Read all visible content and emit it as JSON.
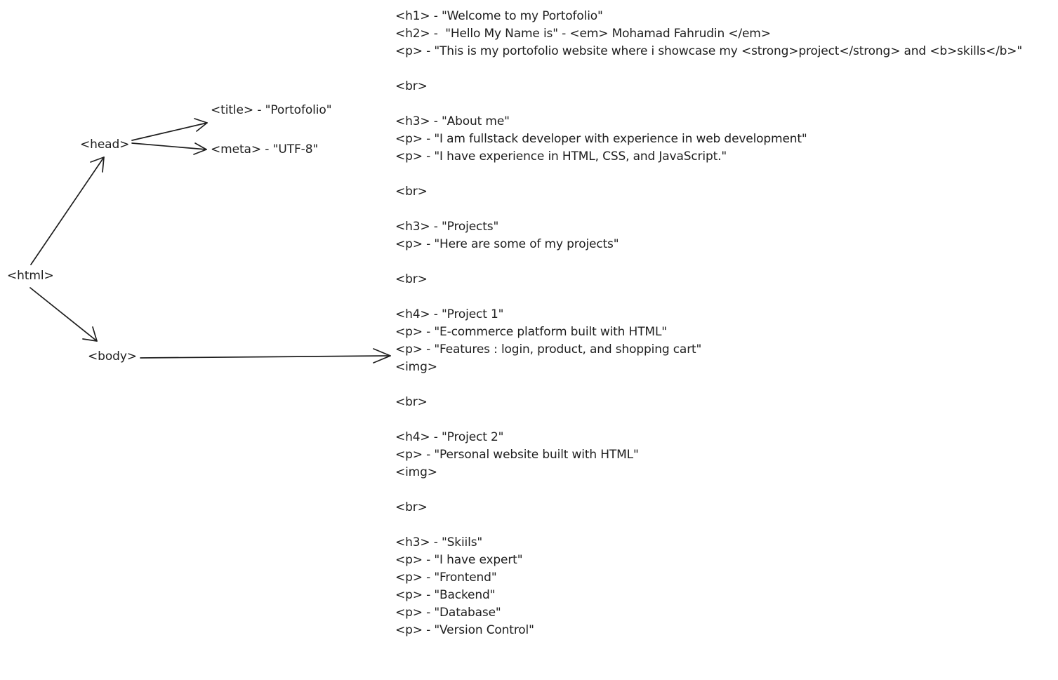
{
  "diagram": {
    "nodes": {
      "html": "<html>",
      "head": "<head>",
      "body": "<body>",
      "title": "<title> - \"Portofolio\"",
      "meta": "<meta> - \"UTF-8\""
    },
    "body_lines": [
      "<h1> - \"Welcome to my Portofolio\"",
      "<h2> -  \"Hello My Name is\" - <em> Mohamad Fahrudin </em>",
      "<p> - \"This is my portofolio website where i showcase my <strong>project</strong> and <b>skills</b>\"",
      "",
      "<br>",
      "",
      "<h3> - \"About me\"",
      "<p> - \"I am fullstack developer with experience in web development\"",
      "<p> - \"I have experience in HTML, CSS, and JavaScript.\"",
      "",
      "<br>",
      "",
      "<h3> - \"Projects\"",
      "<p> - \"Here are some of my projects\"",
      "",
      "<br>",
      "",
      "<h4> - \"Project 1\"",
      "<p> - \"E-commerce platform built with HTML\"",
      "<p> - \"Features : login, product, and shopping cart\"",
      "<img>",
      "",
      "<br>",
      "",
      "<h4> - \"Project 2\"",
      "<p> - \"Personal website built with HTML\"",
      "<img>",
      "",
      "<br>",
      "",
      "<h3> - \"Skiils\"",
      "<p> - \"I have expert\"",
      "<p> - \"Frontend\"",
      "<p> - \"Backend\"",
      "<p> - \"Database\"",
      "<p> - \"Version Control\""
    ]
  }
}
